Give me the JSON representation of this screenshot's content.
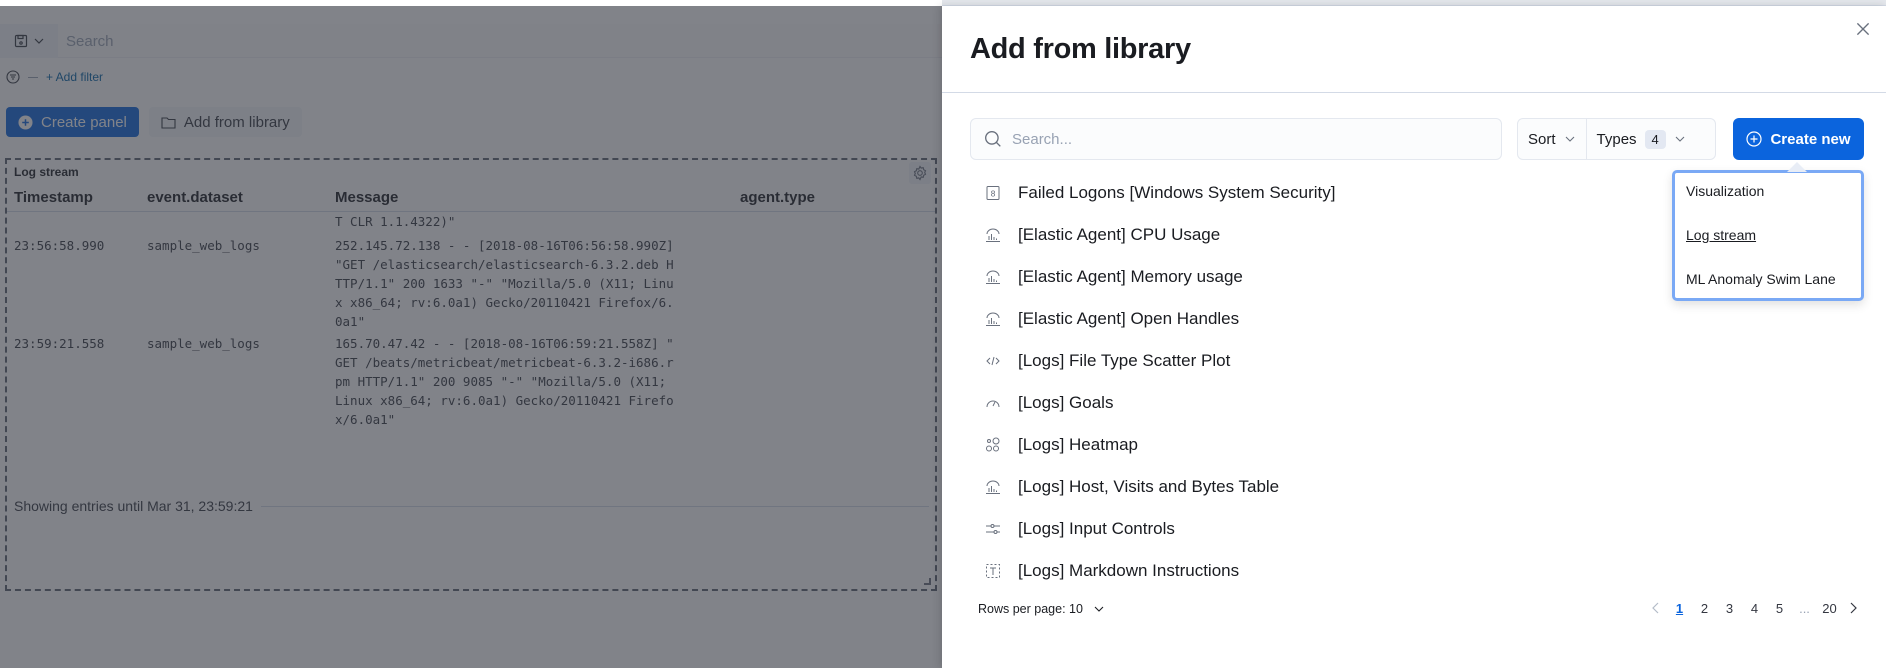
{
  "dashboard": {
    "query_bar": {
      "search_placeholder": "Search"
    },
    "filter_bar": {
      "add_filter": "+ Add filter"
    },
    "toolbar": {
      "create_panel": "Create panel",
      "add_from_library": "Add from library"
    },
    "log_panel": {
      "title": "Log stream",
      "columns": [
        "Timestamp",
        "event.dataset",
        "Message",
        "agent.type"
      ],
      "rows": [
        {
          "timestamp": "",
          "dataset": "",
          "message": "T CLR 1.1.4322)\""
        },
        {
          "timestamp": "23:56:58.990",
          "dataset": "sample_web_logs",
          "message": "252.145.72.138 - - [2018-08-16T06:56:58.990Z]\n\"GET /elasticsearch/elasticsearch-6.3.2.deb H\nTTP/1.1\" 200 1633 \"-\" \"Mozilla/5.0 (X11; Linu\nx x86_64; rv:6.0a1) Gecko/20110421 Firefox/6.\n0a1\""
        },
        {
          "timestamp": "23:59:21.558",
          "dataset": "sample_web_logs",
          "message": "165.70.47.42 - - [2018-08-16T06:59:21.558Z] \"\nGET /beats/metricbeat/metricbeat-6.3.2-i686.r\npm HTTP/1.1\" 200 9085 \"-\" \"Mozilla/5.0 (X11;\nLinux x86_64; rv:6.0a1) Gecko/20110421 Firefo\nx/6.0a1\""
        }
      ],
      "footer": "Showing entries until Mar 31, 23:59:21"
    }
  },
  "flyout": {
    "title": "Add from library",
    "search_placeholder": "Search...",
    "sort_label": "Sort",
    "types_label": "Types",
    "types_count": "4",
    "create_new_label": "Create new",
    "items": [
      {
        "icon": "dashboard-icon",
        "label": "Failed Logons [Windows System Security]"
      },
      {
        "icon": "lens-icon",
        "label": "[Elastic Agent] CPU Usage"
      },
      {
        "icon": "lens-icon",
        "label": "[Elastic Agent] Memory usage"
      },
      {
        "icon": "lens-icon",
        "label": "[Elastic Agent] Open Handles"
      },
      {
        "icon": "code-icon",
        "label": "[Logs] File Type Scatter Plot"
      },
      {
        "icon": "gauge-icon",
        "label": "[Logs] Goals"
      },
      {
        "icon": "heatmap-icon",
        "label": "[Logs] Heatmap"
      },
      {
        "icon": "lens-icon",
        "label": "[Logs] Host, Visits and Bytes Table"
      },
      {
        "icon": "controls-icon",
        "label": "[Logs] Input Controls"
      },
      {
        "icon": "markdown-icon",
        "label": "[Logs] Markdown Instructions"
      }
    ],
    "rows_per_page": "Rows per page: 10",
    "pagination": {
      "pages": [
        "1",
        "2",
        "3",
        "4",
        "5"
      ],
      "ellipsis": "...",
      "last": "20",
      "current": "1"
    },
    "create_menu": {
      "items": [
        "Visualization",
        "Log stream",
        "ML Anomaly Swim Lane"
      ]
    }
  },
  "colors": {
    "primary": "#0b64dd",
    "popover_border": "#7aa9f5",
    "overlay": "#808080"
  }
}
